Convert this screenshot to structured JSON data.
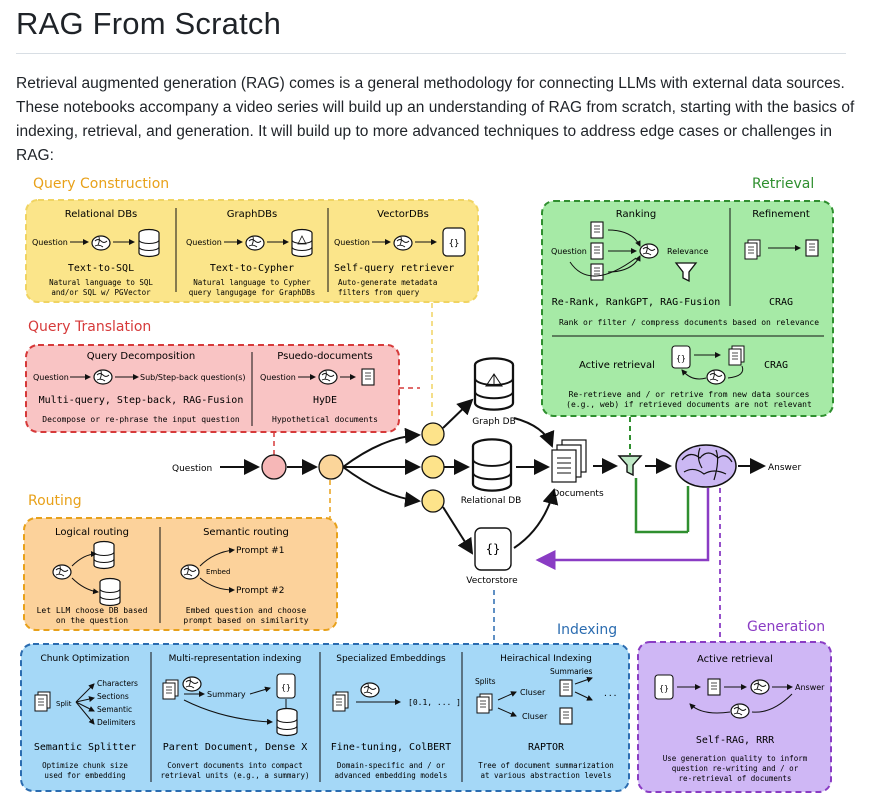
{
  "page": {
    "title": "RAG From Scratch",
    "intro": "Retrieval augmented generation (RAG) comes is a general methodology for connecting LLMs with external data sources. These notebooks accompany a video series will build up an understanding of RAG from scratch, starting with the basics of indexing, retrieval, and generation. It will build up to more advanced techniques to address edge cases or challenges in RAG:"
  },
  "colors": {
    "query_construction": "#fbe58a",
    "query_translation": "#f9c4c4",
    "routing": "#fcd29b",
    "retrieval": "#a6eaa6",
    "indexing": "#a5d8f7",
    "generation": "#cfb7f5",
    "orange_title": "#e8a11a",
    "red_title": "#d63a3a",
    "green_title": "#2f8f2f",
    "blue_title": "#2b6cb0",
    "purple_title": "#8a3cc4",
    "node": "#fde38a"
  },
  "diagram": {
    "query_construction": {
      "title": "Query Construction",
      "relational": {
        "heading": "Relational DBs",
        "question": "Question",
        "name": "Text-to-SQL",
        "desc1": "Natural language to SQL",
        "desc2": "and/or SQL w/ PGVector"
      },
      "graph": {
        "heading": "GraphDBs",
        "question": "Question",
        "name": "Text-to-Cypher",
        "desc1": "Natural language to Cypher",
        "desc2": "query langugage for GraphDBs"
      },
      "vector": {
        "heading": "VectorDBs",
        "question": "Question",
        "name": "Self-query retriever",
        "desc1": "Auto-generate metadata",
        "desc2": "filters from query",
        "icon": "{}"
      }
    },
    "query_translation": {
      "title": "Query Translation",
      "decomposition": {
        "heading": "Query Decomposition",
        "question": "Question",
        "output": "Sub/Step-back question(s)",
        "name": "Multi-query, Step-back, RAG-Fusion",
        "desc": "Decompose or re-phrase the input question"
      },
      "pseudo": {
        "heading": "Psuedo-documents",
        "question": "Question",
        "name": "HyDE",
        "desc": "Hypothetical documents"
      }
    },
    "routing": {
      "title": "Routing",
      "logical": {
        "heading": "Logical routing",
        "desc1": "Let LLM choose DB based",
        "desc2": "on the question"
      },
      "semantic": {
        "heading": "Semantic routing",
        "prompt1": "Prompt #1",
        "embed": "Embed",
        "prompt2": "Prompt #2",
        "desc1": "Embed question and choose",
        "desc2": "prompt based on similarity"
      }
    },
    "retrieval": {
      "title": "Retrieval",
      "ranking": {
        "heading": "Ranking",
        "question": "Question",
        "relevance": "Relevance",
        "name": "Re-Rank, RankGPT, RAG-Fusion"
      },
      "refinement": {
        "heading": "Refinement",
        "name": "CRAG"
      },
      "desc_top": "Rank or filter / compress documents based on relevance",
      "active": {
        "heading": "Active retrieval",
        "name": "CRAG",
        "icon": "{}",
        "desc1": "Re-retrieve and / or retrive from new data sources",
        "desc2": "(e.g., web) if retrieved documents are not relevant"
      }
    },
    "center": {
      "question": "Question",
      "graph_db": "Graph DB",
      "relational_db": "Relational DB",
      "vectorstore": "Vectorstore",
      "documents": "Documents",
      "answer": "Answer",
      "vs_icon": "{}"
    },
    "indexing": {
      "title": "Indexing",
      "chunk": {
        "heading": "Chunk Optimization",
        "split": "Split",
        "l1": "Characters",
        "l2": "Sections",
        "l3": "Semantic",
        "l4": "Delimiters",
        "name": "Semantic Splitter",
        "desc1": "Optimize chunk size",
        "desc2": "used for embedding"
      },
      "multi": {
        "heading": "Multi-representation indexing",
        "summary": "Summary",
        "icon": "{}",
        "name": "Parent Document, Dense X",
        "desc1": "Convert documents into compact",
        "desc2": "retrieval units (e.g., a summary)"
      },
      "specialized": {
        "heading": "Specialized Embeddings",
        "vector": "[0.1, ... ]",
        "name": "Fine-tuning, ColBERT",
        "desc1": "Domain-specific and / or",
        "desc2": "advanced embedding models"
      },
      "hierarchical": {
        "heading": "Heirachical Indexing",
        "summaries": "Summaries",
        "splits": "Splits",
        "cluster1": "Cluser",
        "cluster2": "Cluser",
        "ellipsis": "...",
        "name": "RAPTOR",
        "desc1": "Tree of document summarization",
        "desc2": "at various abstraction levels"
      }
    },
    "generation": {
      "title": "Generation",
      "heading": "Active retrieval",
      "icon": "{}",
      "answer": "Answer",
      "name": "Self-RAG, RRR",
      "desc1": "Use generation quality to inform",
      "desc2": "question re-writing and / or",
      "desc3": "re-retrieval of documents"
    }
  }
}
